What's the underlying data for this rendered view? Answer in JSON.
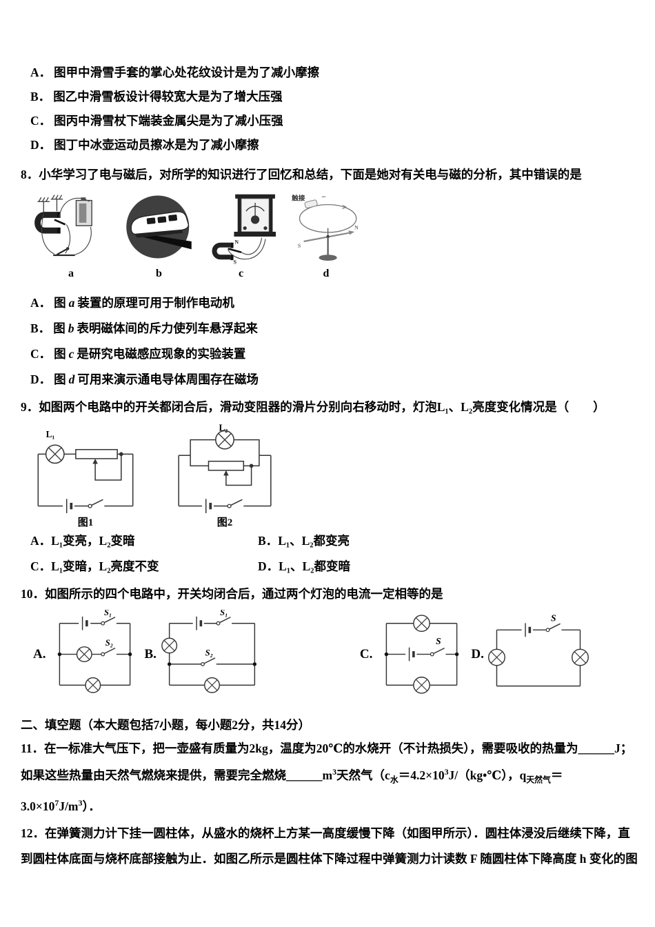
{
  "q7": {
    "options": [
      {
        "label": "A．",
        "text": "图甲中滑雪手套的掌心处花纹设计是为了减小摩擦"
      },
      {
        "label": "B．",
        "text": "图乙中滑雪板设计得较宽大是为了增大压强"
      },
      {
        "label": "C．",
        "text": "图丙中滑雪杖下端装金属尖是为了减小压强"
      },
      {
        "label": "D．",
        "text": "图丁中冰壶运动员擦冰是为了减小摩擦"
      }
    ]
  },
  "q8": {
    "stem": "8．小华学习了电与磁后，对所学的知识进行了回忆和总结，下面是她对有关电与磁的分析，其中错误的是",
    "figures": {
      "a": {
        "caption": "a"
      },
      "b": {
        "caption": "b"
      },
      "c": {
        "caption": "c",
        "pole_n": "N",
        "pole_s": "S"
      },
      "d": {
        "caption": "d",
        "annotation": "触接",
        "pole_s": "S",
        "pole_n": "N"
      }
    },
    "options": [
      {
        "label": "A．",
        "pre": "图",
        "letter": "a",
        "rest": "装置的原理可用于制作电动机"
      },
      {
        "label": "B．",
        "pre": "图",
        "letter": "b",
        "rest": "表明磁体间的斥力使列车悬浮起来"
      },
      {
        "label": "C．",
        "pre": "图",
        "letter": "c",
        "rest": "是研究电磁感应现象的实验装置"
      },
      {
        "label": "D．",
        "pre": "图",
        "letter": "d",
        "rest": "可用来演示通电导体周围存在磁场"
      }
    ]
  },
  "q9": {
    "stem": "9．如图两个电路中的开关都闭合后，滑动变阻器的滑片分别向右移动时，灯泡L₁、L₂亮度变化情况是（　　）",
    "fig1": {
      "lamp": "L₁",
      "caption": "图1"
    },
    "fig2": {
      "lamp": "L₂",
      "caption": "图2"
    },
    "options": [
      {
        "label": "A．",
        "text": "L₁变亮，L₂变暗"
      },
      {
        "label": "B．",
        "text": "L₁、L₂都变亮"
      },
      {
        "label": "C．",
        "text": "L₁变暗，L₂亮度不变"
      },
      {
        "label": "D．",
        "text": "L₁、L₂都变暗"
      }
    ]
  },
  "q10": {
    "stem": "10．如图所示的四个电路中，开关均闭合后，通过两个灯泡的电流一定相等的是",
    "circuitA": {
      "label": "A.",
      "s1": "S₁",
      "s2": "S₂"
    },
    "circuitB": {
      "label": "B.",
      "s1": "S₁",
      "s2": "S₂"
    },
    "circuitC": {
      "label": "C.",
      "s": "S"
    },
    "circuitD": {
      "label": "D.",
      "s": "S"
    }
  },
  "section2": {
    "heading": "二、填空题（本大题包括7小题，每小题2分，共14分）"
  },
  "q11": {
    "l1a": "11．在一标准大气压下，把一壶盛有质量为2kg，温度为20℃的水烧开（不计热损失），需要吸收的热量为",
    "blank1": "______",
    "l1b": "J；",
    "l2a": "如果这些热量由天然气燃烧来提供，需要完全燃烧",
    "blank2": "______",
    "l2b": "m",
    "l2b_sup": "3",
    "l2c": "天然气（c",
    "l2c_sub": "水",
    "l2d": "＝4.2×10",
    "l2d_sup": "3",
    "l2e": "J/（kg•℃），q",
    "l2e_sub": "天然气",
    "l2f": "＝",
    "l3a": "3.0×10",
    "l3a_sup": "7",
    "l3b": "J/m",
    "l3b_sup": "3",
    "l3c": "）．"
  },
  "q12": {
    "l1": "12．在弹簧测力计下挂一圆柱体，从盛水的烧杯上方某一高度缓慢下降（如图甲所示）．圆柱体浸没后继续下降，直",
    "l2": "到圆柱体底面与烧杯底部接触为止．如图乙所示是圆柱体下降过程中弹簧测力计读数 F 随圆柱体下降高度 h 变化的图"
  }
}
